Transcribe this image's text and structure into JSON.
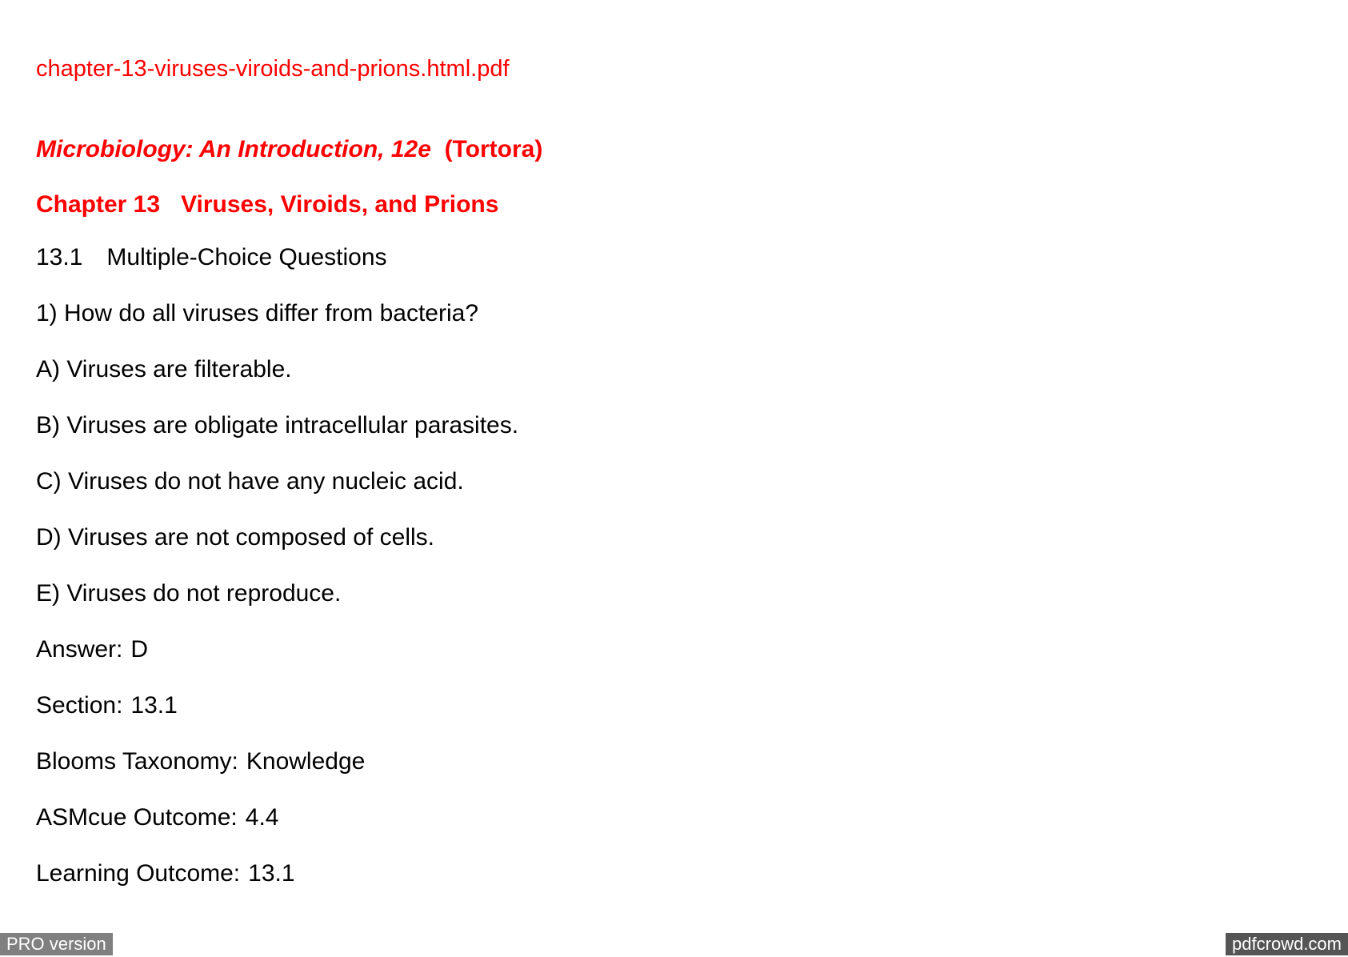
{
  "document": {
    "filename": "chapter-13-viruses-viroids-and-prions.html.pdf",
    "book_title_italic": "Microbiology: An Introduction, 12e",
    "book_title_author": "(Tortora)",
    "chapter_number": "Chapter 13",
    "chapter_name": "Viruses, Viroids, and Prions",
    "section_number": "13.1",
    "section_name": "Multiple-Choice Questions",
    "question": {
      "text": "1) How do all viruses differ from bacteria?",
      "options": [
        "A) Viruses are filterable.",
        "B) Viruses are obligate intracellular parasites.",
        "C) Viruses do not have any nucleic acid.",
        "D) Viruses are not composed of cells.",
        "E) Viruses do not reproduce."
      ],
      "answer_label": "Answer:",
      "answer_value": "D",
      "section_label": "Section:",
      "section_value": "13.1",
      "blooms_label": "Blooms Taxonomy:",
      "blooms_value": "Knowledge",
      "asmcue_label": "ASMcue Outcome:",
      "asmcue_value": "4.4",
      "learning_label": "Learning Outcome:",
      "learning_value": "13.1"
    }
  },
  "footer": {
    "left_badge": "PRO version",
    "right_badge": "pdfcrowd.com"
  },
  "colors": {
    "heading_red": "#ff0000",
    "body_text": "#000000",
    "badge_gray": "#808080",
    "badge_dark": "#555555"
  }
}
